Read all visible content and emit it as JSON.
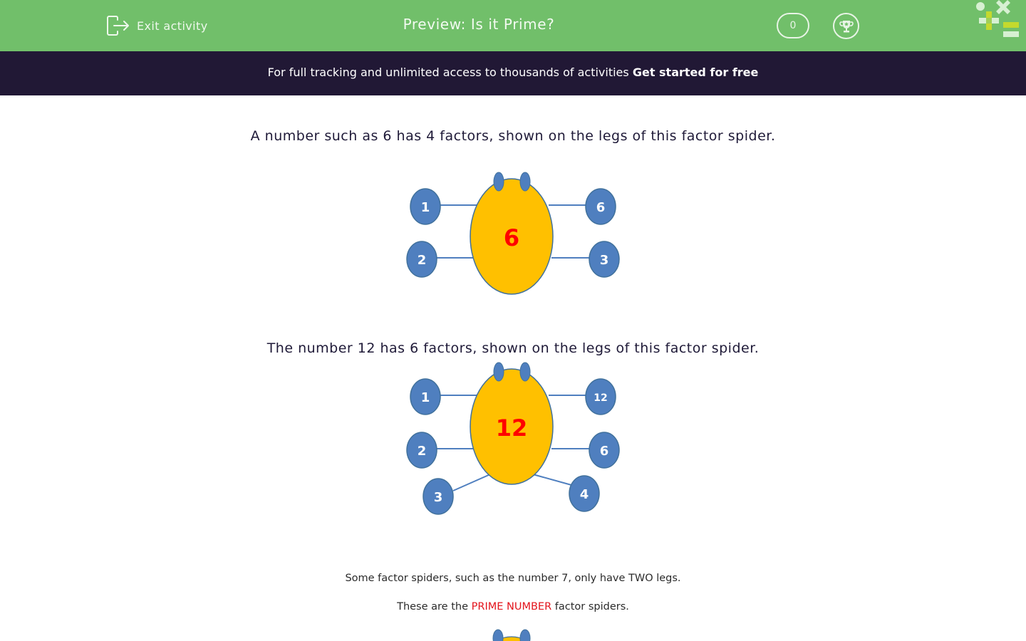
{
  "header": {
    "exit_label": "Exit activity",
    "title": "Preview: Is it Prime?",
    "score": "0",
    "icons": {
      "exit": "exit-door-arrow-icon",
      "trophy": "trophy-icon",
      "logo": "math-symbols-logo"
    }
  },
  "banner": {
    "text": "For full tracking and unlimited access to thousands of activities ",
    "cta": "Get started for free"
  },
  "content": {
    "heading1": "A number such as 6 has 4 factors, shown on the legs of this factor spider.",
    "spider1": {
      "number": "6",
      "legs_left": [
        "1",
        "2"
      ],
      "legs_right": [
        "6",
        "3"
      ]
    },
    "heading2": "The number 12 has 6 factors, shown on the legs of this factor spider.",
    "spider2": {
      "number": "12",
      "legs_left": [
        "1",
        "2",
        "3"
      ],
      "legs_right": [
        "12",
        "6",
        "4"
      ]
    },
    "para1": "Some factor spiders, such as the number 7, only have TWO legs.",
    "para2_before": "These are the ",
    "para2_highlight": "PRIME NUMBER",
    "para2_after": " factor spiders."
  },
  "colors": {
    "topbar": "#71bf6a",
    "banner": "#211835",
    "spider_body": "#ffc000",
    "spider_leg": "#4f7fbf",
    "spider_number": "#ff0000",
    "highlight": "#e3141c"
  }
}
